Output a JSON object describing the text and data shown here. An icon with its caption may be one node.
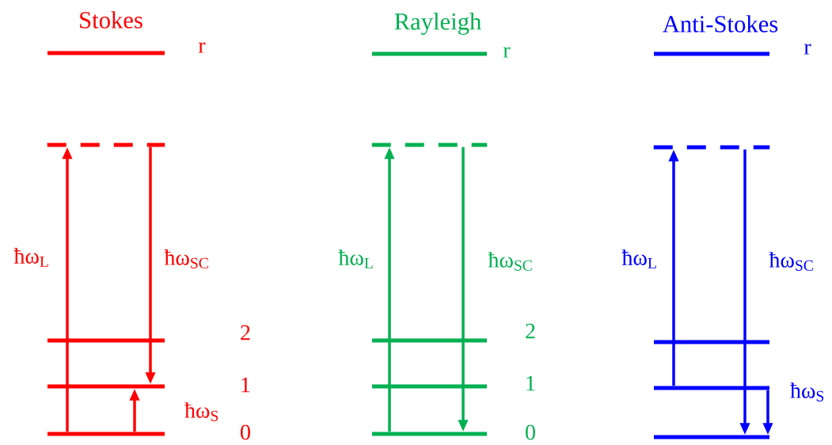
{
  "diagram": {
    "nodes": [
      {
        "text": [],
        "shape": "bar",
        "beside": [
          "r"
        ]
      },
      {
        "text": [],
        "shape": "bar"
      },
      {
        "text": [],
        "shape": "bar",
        "beside": [
          "2"
        ]
      },
      {
        "text": [],
        "shape": "bar",
        "beside": [
          "1"
        ]
      },
      {
        "text": [],
        "shape": "bar",
        "beside": [
          "0"
        ]
      },
      {
        "text": [],
        "shape": "bar",
        "beside": [
          "r"
        ]
      },
      {
        "text": [],
        "shape": "bar"
      },
      {
        "text": [],
        "shape": "bar",
        "beside": [
          "2"
        ]
      },
      {
        "text": [],
        "shape": "bar",
        "beside": [
          "1"
        ]
      },
      {
        "text": [],
        "shape": "bar",
        "beside": [
          "0"
        ]
      },
      {
        "text": [],
        "shape": "bar",
        "beside": [
          "r"
        ]
      },
      {
        "text": [],
        "shape": "bar"
      },
      {
        "text": [],
        "shape": "bar"
      },
      {
        "text": [],
        "shape": "bar"
      },
      {
        "text": [],
        "shape": "bar"
      }
    ],
    "edges": [
      {
        "from": 4,
        "to": 1,
        "arrow": "to",
        "label": "ħω$_{L}$",
        "color": "#ff0000"
      },
      {
        "from": 1,
        "to": 3,
        "arrow": "to",
        "label": "ħω$_{SC}$",
        "color": "#ff0000"
      },
      {
        "from": 4,
        "to": 3,
        "arrow": "to",
        "label": "ħω$_{S}$",
        "color": "#ff0000"
      },
      {
        "from": 9,
        "to": 6,
        "arrow": "to",
        "label": "ħω$_{L}$",
        "color": "#00b050"
      },
      {
        "from": 6,
        "to": 9,
        "arrow": "to",
        "label": "ħω$_{SC}$",
        "color": "#00b050"
      },
      {
        "from": 13,
        "to": 11,
        "arrow": "to",
        "label": "ħω$_{L}$",
        "color": "#0000ff"
      },
      {
        "from": 11,
        "to": 14,
        "arrow": "to",
        "label": "ħω$_{SC}$",
        "color": "#0000ff"
      },
      {
        "from": 13,
        "to": 14,
        "arrow": "to",
        "label": "ħω$_{S}$",
        "color": "#0000ff"
      }
    ],
    "labels": [
      "Stokes",
      "Rayleigh",
      "Anti-Stokes"
    ]
  }
}
